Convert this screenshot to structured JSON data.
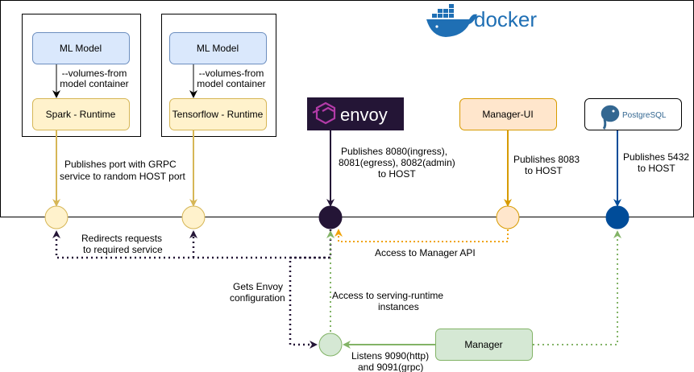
{
  "logos": {
    "docker": {
      "text": "docker",
      "color": "#1f6fb4"
    },
    "envoy": {
      "text": "envoy",
      "bg": "#241536",
      "accent": "#b33ba8"
    },
    "postgres": {
      "text": "PostgreSQL",
      "color": "#336791"
    }
  },
  "boxes": {
    "ml_model_1": "ML Model",
    "ml_model_2": "ML Model",
    "spark_runtime": "Spark - Runtime",
    "tensorflow_runtime": "Tensorflow - Runtime",
    "manager_ui": "Manager-UI",
    "manager": "Manager"
  },
  "labels": {
    "volumes_from_1": [
      "--volumes-from",
      "model container"
    ],
    "volumes_from_2": [
      "--volumes-from",
      "model container"
    ],
    "publishes_grpc": [
      "Publishes port with GRPC",
      "service to random HOST port"
    ],
    "envoy_ports": [
      "Publishes 8080(ingress),",
      "8081(egress), 8082(admin)",
      "to HOST"
    ],
    "manager_ui_port": [
      "Publishes 8083",
      "to HOST"
    ],
    "postgres_port": [
      "Publishes 5432",
      "to HOST"
    ],
    "redirects": [
      "Redirects requests",
      "to required service"
    ],
    "manager_api": [
      "Access to Manager API"
    ],
    "envoy_config": [
      "Gets Envoy",
      "configuration"
    ],
    "serving_access": [
      "Access to serving-runtime",
      "instances"
    ],
    "listens": [
      "Listens 9090(http)",
      "and 9091(grpc)"
    ]
  },
  "colors": {
    "model_fill": "#dae8fc",
    "model_stroke": "#6c8ebf",
    "runtime_fill": "#fff2cc",
    "runtime_stroke": "#d6b656",
    "gold_arrow": "#d6b656",
    "manager_ui_fill": "#ffe6cc",
    "manager_ui_stroke": "#d79b00",
    "manager_fill": "#d5e8d4",
    "manager_stroke": "#82b366",
    "envoy_purple": "#241536",
    "postgres_blue": "#004c99",
    "orange_dotted": "#f0a30a"
  }
}
